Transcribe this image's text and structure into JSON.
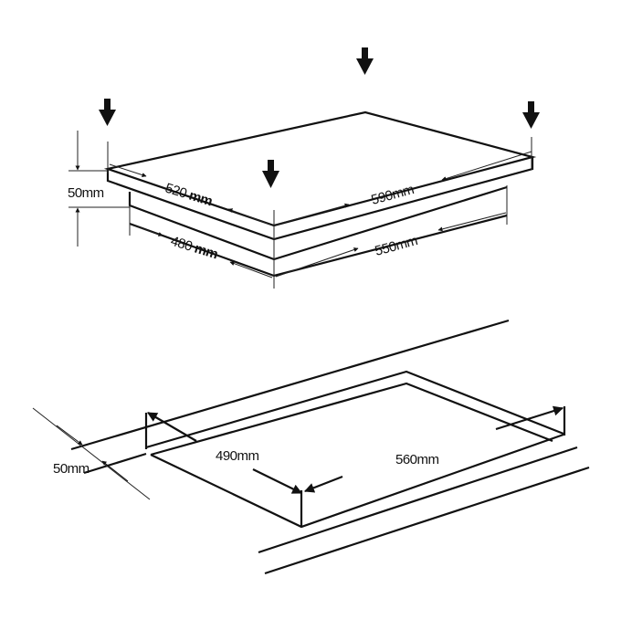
{
  "top_view": {
    "depth_outer": {
      "value": "520",
      "unit": "mm"
    },
    "width_outer": "590mm",
    "depth_body": {
      "value": "480",
      "unit": "mm"
    },
    "width_body": "550mm",
    "height": "50mm"
  },
  "cutout_view": {
    "edge_clearance": "50mm",
    "cutout_depth": "490mm",
    "cutout_width": "560mm"
  }
}
